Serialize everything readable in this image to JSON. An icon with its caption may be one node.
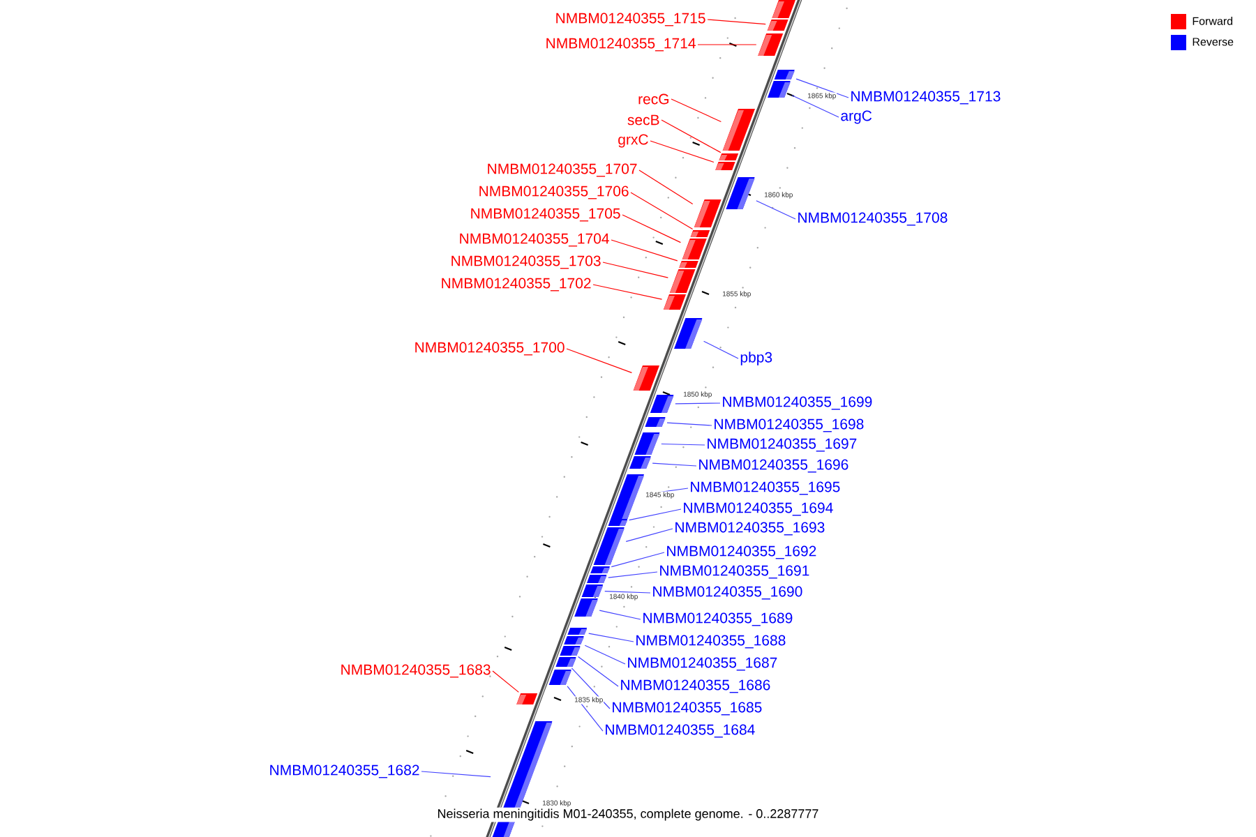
{
  "diagram": {
    "caption": "Neisseria meningitidis M01-240355, complete genome. - 0..2287777",
    "nodes": [
      {
        "text": [
          "NMBM01240355_1715"
        ]
      },
      {
        "text": [
          "NMBM01240355_1714"
        ]
      },
      {
        "text": [
          "NMBM01240355_1713"
        ]
      },
      {
        "text": [
          "recG"
        ]
      },
      {
        "text": [
          "argC"
        ]
      },
      {
        "text": [
          "secB"
        ]
      },
      {
        "text": [
          "grxC"
        ]
      },
      {
        "text": [
          "NMBM01240355_1707"
        ]
      },
      {
        "text": [
          "NMBM01240355_1706"
        ]
      },
      {
        "text": [
          "NMBM01240355_1705"
        ]
      },
      {
        "text": [
          "NMBM01240355_1708"
        ]
      },
      {
        "text": [
          "NMBM01240355_1704"
        ]
      },
      {
        "text": [
          "NMBM01240355_1703"
        ]
      },
      {
        "text": [
          "NMBM01240355_1702"
        ]
      },
      {
        "text": [
          "NMBM01240355_1700"
        ]
      },
      {
        "text": [
          "pbp3"
        ]
      },
      {
        "text": [
          "NMBM01240355_1699"
        ]
      },
      {
        "text": [
          "NMBM01240355_1698"
        ]
      },
      {
        "text": [
          "NMBM01240355_1697"
        ]
      },
      {
        "text": [
          "NMBM01240355_1696"
        ]
      },
      {
        "text": [
          "NMBM01240355_1695"
        ]
      },
      {
        "text": [
          "NMBM01240355_1694"
        ]
      },
      {
        "text": [
          "NMBM01240355_1693"
        ]
      },
      {
        "text": [
          "NMBM01240355_1692"
        ]
      },
      {
        "text": [
          "NMBM01240355_1691"
        ]
      },
      {
        "text": [
          "NMBM01240355_1690"
        ]
      },
      {
        "text": [
          "NMBM01240355_1689"
        ]
      },
      {
        "text": [
          "NMBM01240355_1688"
        ]
      },
      {
        "text": [
          "NMBM01240355_1687"
        ]
      },
      {
        "text": [
          "NMBM01240355_1683"
        ]
      },
      {
        "text": [
          "NMBM01240355_1686"
        ]
      },
      {
        "text": [
          "NMBM01240355_1685"
        ]
      },
      {
        "text": [
          "NMBM01240355_1684"
        ]
      },
      {
        "text": [
          "NMBM01240355_1682"
        ]
      },
      {
        "text": [],
        "shape": "box"
      },
      {
        "text": [],
        "shape": "box"
      },
      {
        "text": [],
        "shape": "box"
      },
      {
        "text": [],
        "shape": "box"
      },
      {
        "text": [],
        "shape": "box"
      },
      {
        "text": [],
        "shape": "box"
      },
      {
        "text": [],
        "shape": "box"
      },
      {
        "text": [],
        "shape": "box"
      },
      {
        "text": [],
        "shape": "box"
      },
      {
        "text": [],
        "shape": "box"
      },
      {
        "text": [],
        "shape": "box"
      },
      {
        "text": [],
        "shape": "box"
      },
      {
        "text": [],
        "shape": "box"
      },
      {
        "text": [],
        "shape": "box"
      },
      {
        "text": [],
        "shape": "box"
      },
      {
        "text": [],
        "shape": "box"
      },
      {
        "text": [],
        "shape": "box"
      },
      {
        "text": [],
        "shape": "box"
      },
      {
        "text": [],
        "shape": "box"
      },
      {
        "text": [],
        "shape": "box"
      },
      {
        "text": [],
        "shape": "box"
      },
      {
        "text": [],
        "shape": "box"
      },
      {
        "text": [],
        "shape": "box"
      },
      {
        "text": [],
        "shape": "box"
      },
      {
        "text": [],
        "shape": "box"
      },
      {
        "text": [],
        "shape": "box"
      },
      {
        "text": [],
        "shape": "box"
      },
      {
        "text": [],
        "shape": "box"
      },
      {
        "text": [],
        "shape": "box"
      },
      {
        "text": [],
        "shape": "box"
      },
      {
        "text": [],
        "shape": "box"
      },
      {
        "text": [],
        "shape": "box"
      },
      {
        "text": [],
        "shape": "box"
      },
      {
        "text": [],
        "shape": "box"
      },
      {
        "text": [],
        "shape": "box"
      }
    ],
    "edges": [
      {
        "from": 0,
        "to": 35,
        "arrow": "none",
        "color": "#ff0000"
      },
      {
        "from": 1,
        "to": 36,
        "arrow": "none",
        "color": "#ff0000"
      },
      {
        "from": 2,
        "to": 37,
        "arrow": "none"
      },
      {
        "from": 3,
        "to": 39,
        "arrow": "none",
        "color": "#ff0000"
      },
      {
        "from": 4,
        "to": 38,
        "arrow": "none"
      },
      {
        "from": 5,
        "to": 40,
        "arrow": "none",
        "color": "#ff0000"
      },
      {
        "from": 6,
        "to": 41,
        "arrow": "none",
        "color": "#ff0000"
      },
      {
        "from": 7,
        "to": 43,
        "arrow": "none",
        "color": "#ff0000"
      },
      {
        "from": 8,
        "to": 44,
        "arrow": "none",
        "color": "#ff0000"
      },
      {
        "from": 9,
        "to": 45,
        "arrow": "none",
        "color": "#ff0000"
      },
      {
        "from": 10,
        "to": 42,
        "arrow": "none"
      },
      {
        "from": 11,
        "to": 46,
        "arrow": "none",
        "color": "#ff0000"
      },
      {
        "from": 12,
        "to": 47,
        "arrow": "none",
        "color": "#ff0000"
      },
      {
        "from": 13,
        "to": 48,
        "arrow": "none",
        "color": "#ff0000"
      },
      {
        "from": 14,
        "to": 50,
        "arrow": "none",
        "color": "#ff0000"
      },
      {
        "from": 15,
        "to": 49,
        "arrow": "none"
      },
      {
        "from": 16,
        "to": 51,
        "arrow": "none"
      },
      {
        "from": 17,
        "to": 52,
        "arrow": "none"
      },
      {
        "from": 18,
        "to": 53,
        "arrow": "none"
      },
      {
        "from": 19,
        "to": 54,
        "arrow": "none"
      },
      {
        "from": 20,
        "to": 55,
        "arrow": "none"
      },
      {
        "from": 21,
        "to": 56,
        "arrow": "none"
      },
      {
        "from": 22,
        "to": 57,
        "arrow": "none"
      },
      {
        "from": 23,
        "to": 58,
        "arrow": "none"
      },
      {
        "from": 24,
        "to": 59,
        "arrow": "none"
      },
      {
        "from": 25,
        "to": 60,
        "arrow": "none"
      },
      {
        "from": 26,
        "to": 61,
        "arrow": "none"
      },
      {
        "from": 27,
        "to": 62,
        "arrow": "none"
      },
      {
        "from": 28,
        "to": 63,
        "arrow": "none"
      },
      {
        "from": 29,
        "to": 67,
        "arrow": "none",
        "color": "#ff0000"
      },
      {
        "from": 30,
        "to": 64,
        "arrow": "none"
      },
      {
        "from": 31,
        "to": 65,
        "arrow": "none"
      },
      {
        "from": 32,
        "to": 66,
        "arrow": "none"
      },
      {
        "from": 33,
        "to": 68,
        "arrow": "none"
      }
    ],
    "labels": [
      "1865 kbp",
      "1860 kbp",
      "1855 kbp",
      "1850 kbp",
      "1845 kbp",
      "1840 kbp",
      "1835 kbp",
      "1830 kbp"
    ],
    "legend": [
      {
        "text": "Forward",
        "color": "#ff0000"
      },
      {
        "text": "Reverse",
        "color": "#0000ff"
      }
    ]
  }
}
